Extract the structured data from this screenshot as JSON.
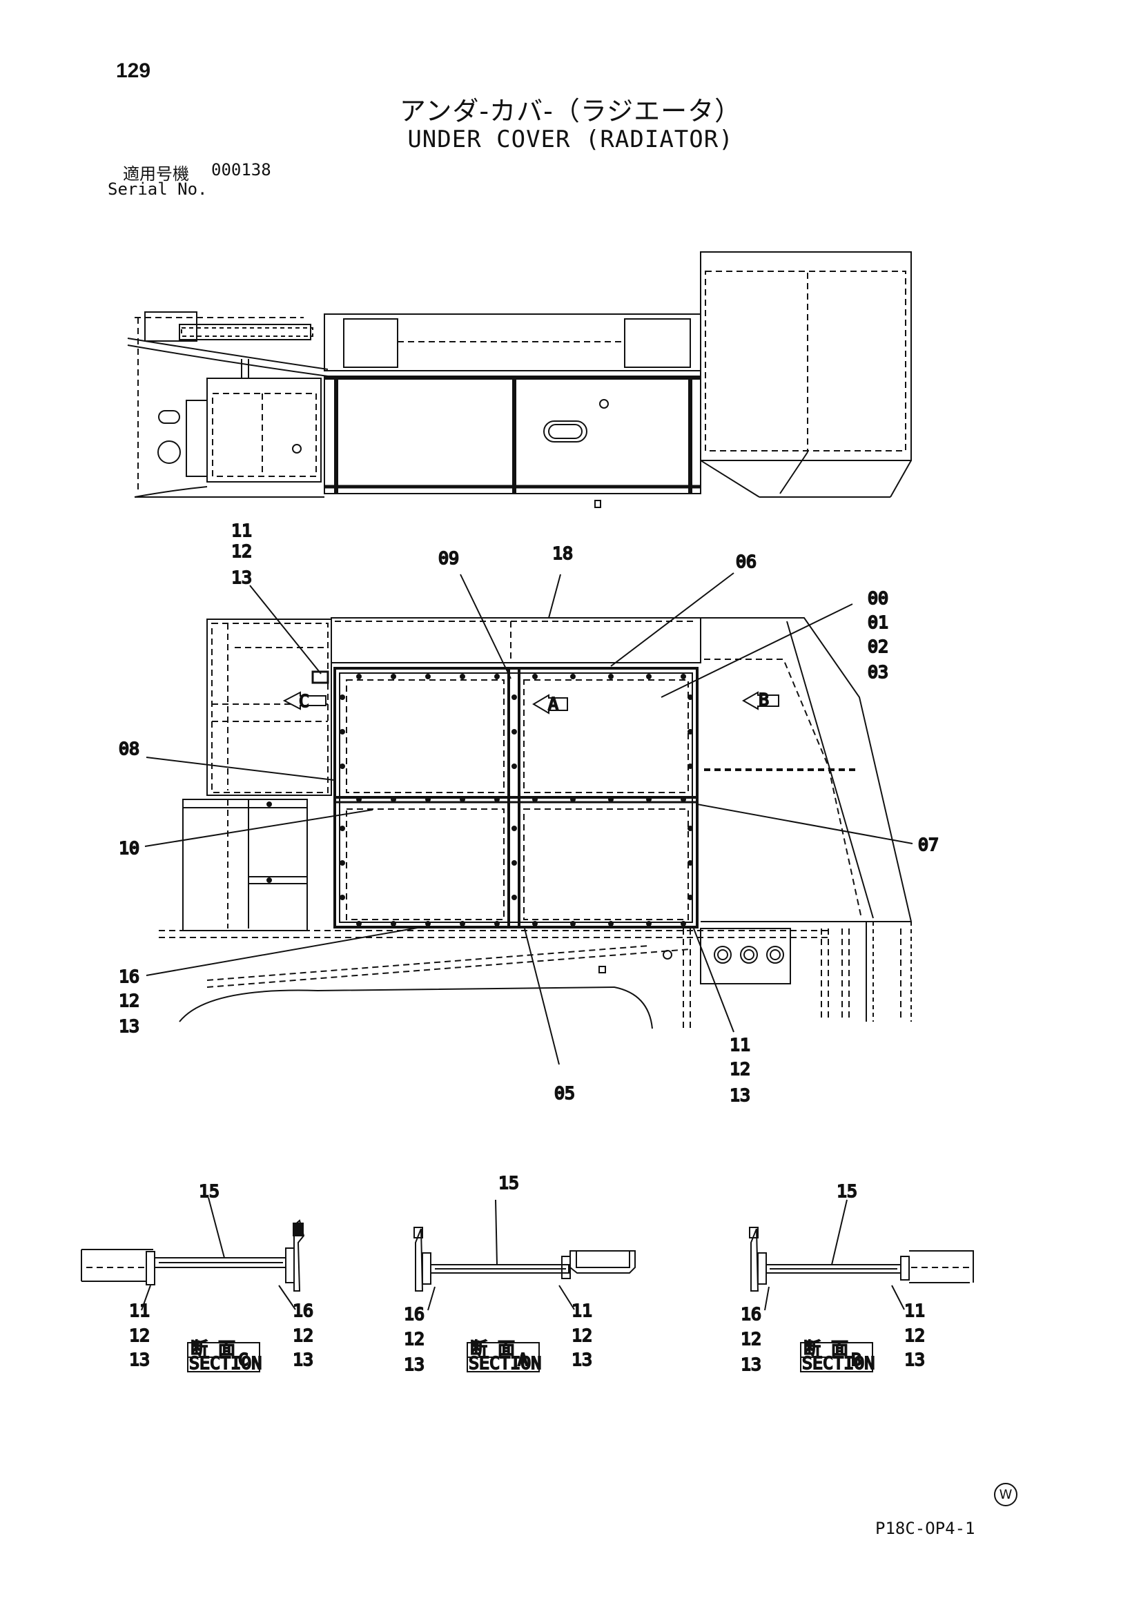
{
  "header": {
    "page_number": "129",
    "title_jp": "アンダ-カバ-（ラジエータ）",
    "title_en": "UNDER COVER (RADIATOR)",
    "serial_label_jp": "適用号機",
    "serial_value": "000138",
    "serial_label_en": "Serial No."
  },
  "callouts": {
    "c_11_12_13_topleft": [
      "11",
      "12",
      "13"
    ],
    "c_09": "09",
    "c_18": "18",
    "c_06": "06",
    "c_00_03": [
      "00",
      "01",
      "02",
      "03"
    ],
    "c_08": "08",
    "c_10": "10",
    "c_07": "07",
    "c_16_12_13": [
      "16",
      "12",
      "13"
    ],
    "c_05": "05",
    "c_11_12_13_bottom": [
      "11",
      "12",
      "13"
    ]
  },
  "view_markers": {
    "marker_a": "A",
    "marker_b": "B",
    "marker_c": "C"
  },
  "sections": [
    {
      "part": "15",
      "left_labels": [
        "11",
        "12",
        "13"
      ],
      "right_labels": [
        "16",
        "12",
        "13"
      ],
      "box_jp": "断 面",
      "box_en": "SECTION",
      "letter": "C"
    },
    {
      "part": "15",
      "left_labels": [
        "16",
        "12",
        "13"
      ],
      "right_labels": [
        "11",
        "12",
        "13"
      ],
      "box_jp": "断 面",
      "box_en": "SECTION",
      "letter": "A"
    },
    {
      "part": "15",
      "left_labels": [
        "16",
        "12",
        "13"
      ],
      "right_labels": [
        "11",
        "12",
        "13"
      ],
      "box_jp": "断 面",
      "box_en": "SECTION",
      "letter": "B"
    }
  ],
  "footer": {
    "code": "P18C-OP4-1",
    "mark": "W"
  }
}
